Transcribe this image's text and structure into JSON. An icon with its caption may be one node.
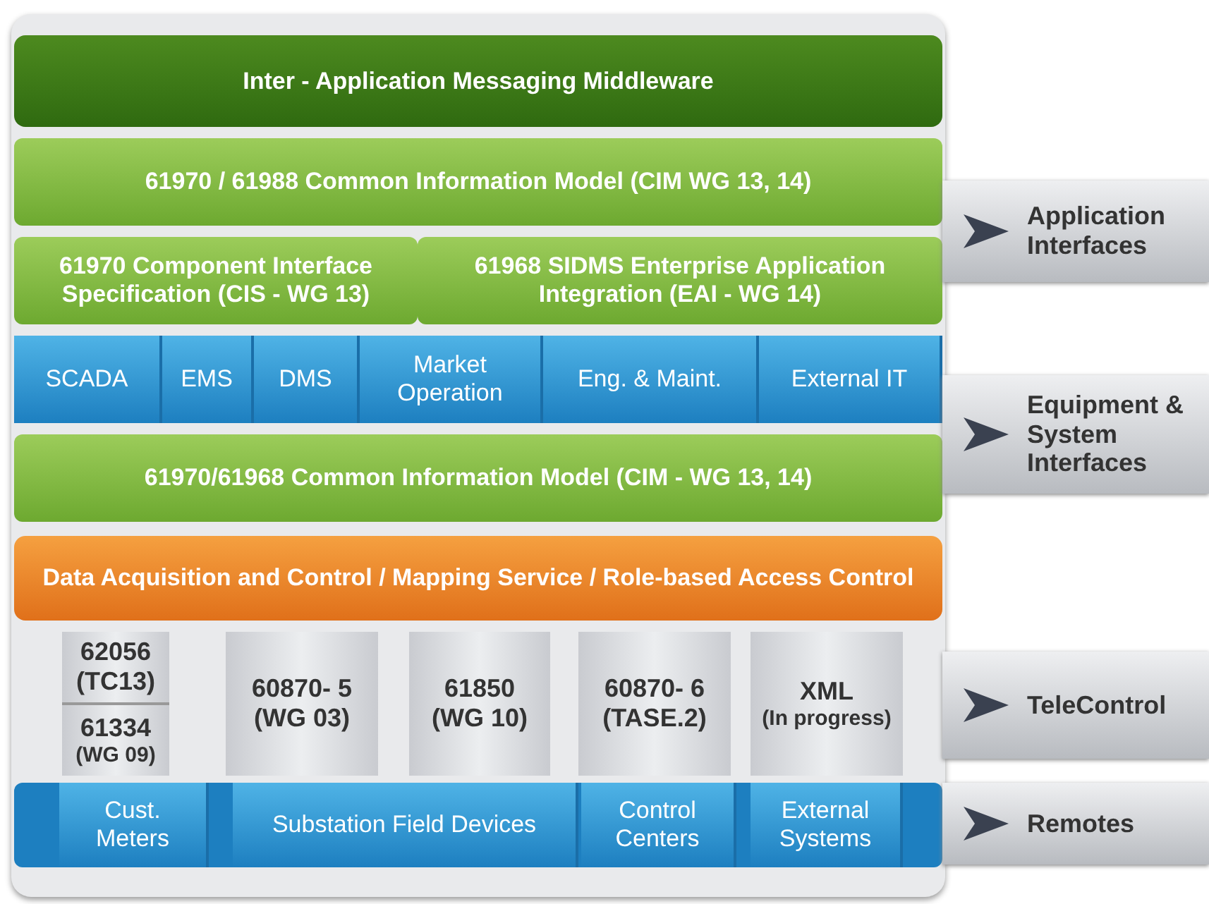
{
  "diagram": {
    "nodes": [
      {
        "text": [
          "Inter - Application Messaging Middleware"
        ]
      },
      {
        "text": [
          "61970 / 61988 Common Information Model (CIM WG 13, 14)"
        ]
      },
      {
        "text": [
          "61970 Component Interface Specification (CIS - WG 13)"
        ]
      },
      {
        "text": [
          "61968 SIDMS Enterprise Application Integration (EAI - WG 14)"
        ]
      },
      {
        "text": [
          "SCADA"
        ]
      },
      {
        "text": [
          "EMS"
        ]
      },
      {
        "text": [
          "DMS"
        ]
      },
      {
        "text": [
          "Market Operation"
        ]
      },
      {
        "text": [
          "Eng. & Maint."
        ]
      },
      {
        "text": [
          "External IT"
        ]
      },
      {
        "text": [
          "61970/61968 Common Information Model (CIM - WG 13, 14)"
        ]
      },
      {
        "text": [
          "Data Acquisition and Control / Mapping Service / Role-based Access Control"
        ]
      },
      {
        "text": [
          "62056 (TC13)"
        ]
      },
      {
        "text": [
          "61334",
          "(WG 09)"
        ]
      },
      {
        "text": [
          "60870- 5 (WG 03)"
        ]
      },
      {
        "text": [
          "61850 (WG 10)"
        ]
      },
      {
        "text": [
          "60870- 6 (TASE.2)"
        ]
      },
      {
        "text": [
          "XML",
          "(In progress)"
        ]
      },
      {
        "text": [
          "Cust. Meters"
        ]
      },
      {
        "text": [
          "Substation Field Devices"
        ]
      },
      {
        "text": [
          "Control Centers"
        ]
      },
      {
        "text": [
          "External Systems"
        ]
      },
      {
        "text": [
          "Application Interfaces"
        ]
      },
      {
        "text": [
          "Equipment & System Interfaces"
        ]
      },
      {
        "text": [
          "TeleControl"
        ]
      },
      {
        "text": [
          "Remotes"
        ]
      }
    ],
    "edges": []
  }
}
